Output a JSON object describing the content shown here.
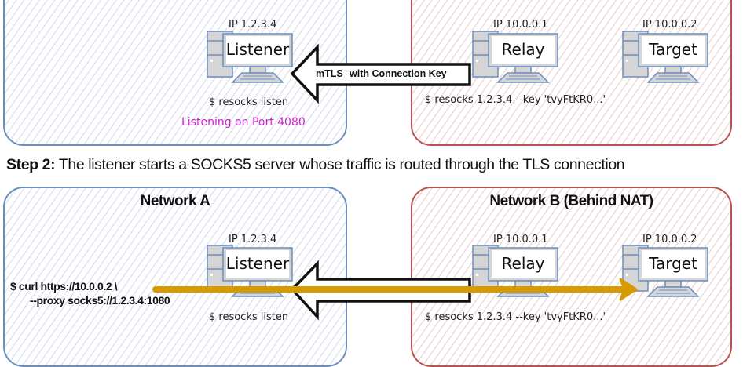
{
  "step1": {
    "network_a": {
      "title": ""
    },
    "network_b": {
      "title": ""
    },
    "listener": {
      "ip": "IP 1.2.3.4",
      "name": "Listener",
      "command": "$ resocks listen",
      "status": "Listening on Port 4080"
    },
    "relay": {
      "ip": "IP 10.0.0.1",
      "name": "Relay",
      "command": "$ resocks 1.2.3.4 --key 'tvyFtKR0...'"
    },
    "target": {
      "ip": "IP 10.0.0.2",
      "name": "Target"
    },
    "arrow_label_a": "mTLS",
    "arrow_label_b": "with Connection Key"
  },
  "step2": {
    "heading_bold": "Step 2:",
    "heading_text": " The listener starts a SOCKS5 server whose traffic is routed through the TLS connection",
    "network_a": {
      "title": "Network A"
    },
    "network_b": {
      "title": "Network B (Behind NAT)"
    },
    "listener": {
      "ip": "IP 1.2.3.4",
      "name": "Listener",
      "command": "$ resocks listen"
    },
    "relay": {
      "ip": "IP 10.0.0.1",
      "name": "Relay",
      "command": "$ resocks 1.2.3.4 --key 'tvyFtKR0...'"
    },
    "target": {
      "ip": "IP 10.0.0.2",
      "name": "Target"
    },
    "curl_line1": "$ curl  https://10.0.0.2 \\",
    "curl_line2": "--proxy socks5://1.2.3.4:1080"
  },
  "colors": {
    "network_a": "#6c8ebf",
    "network_b": "#b85450",
    "status": "#cc22cc",
    "traffic": "#d79b00"
  }
}
